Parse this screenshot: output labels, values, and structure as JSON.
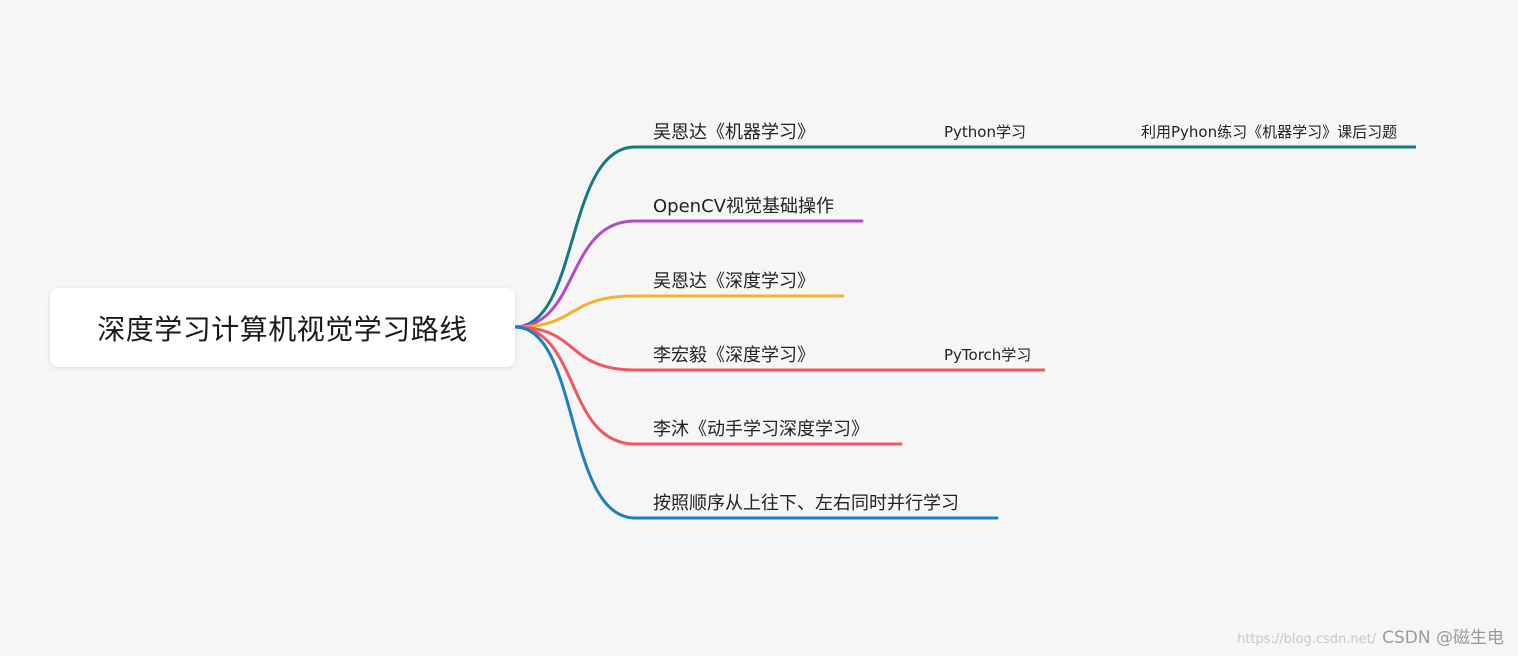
{
  "root": {
    "title": "深度学习计算机视觉学习路线"
  },
  "branches": [
    {
      "label": "吴恩达《机器学习》",
      "color": "#157a7e",
      "children": [
        {
          "label": "Python学习",
          "children": [
            {
              "label": "利用Pyhon练习《机器学习》课后习题"
            }
          ]
        }
      ]
    },
    {
      "label": "OpenCV视觉基础操作",
      "color": "#b349c6",
      "children": []
    },
    {
      "label": "吴恩达《深度学习》",
      "color": "#f5b02c",
      "children": []
    },
    {
      "label": "李宏毅《深度学习》",
      "color": "#f25661",
      "children": [
        {
          "label": "PyTorch学习",
          "children": []
        }
      ]
    },
    {
      "label": "李沐《动手学习深度学习》",
      "color": "#f25661",
      "children": []
    },
    {
      "label": "按照顺序从上往下、左右同时并行学习",
      "color": "#1b7fc2",
      "children": []
    }
  ],
  "watermark": {
    "url": "https://blog.csdn.net/",
    "brand": "CSDN @磁生电"
  }
}
